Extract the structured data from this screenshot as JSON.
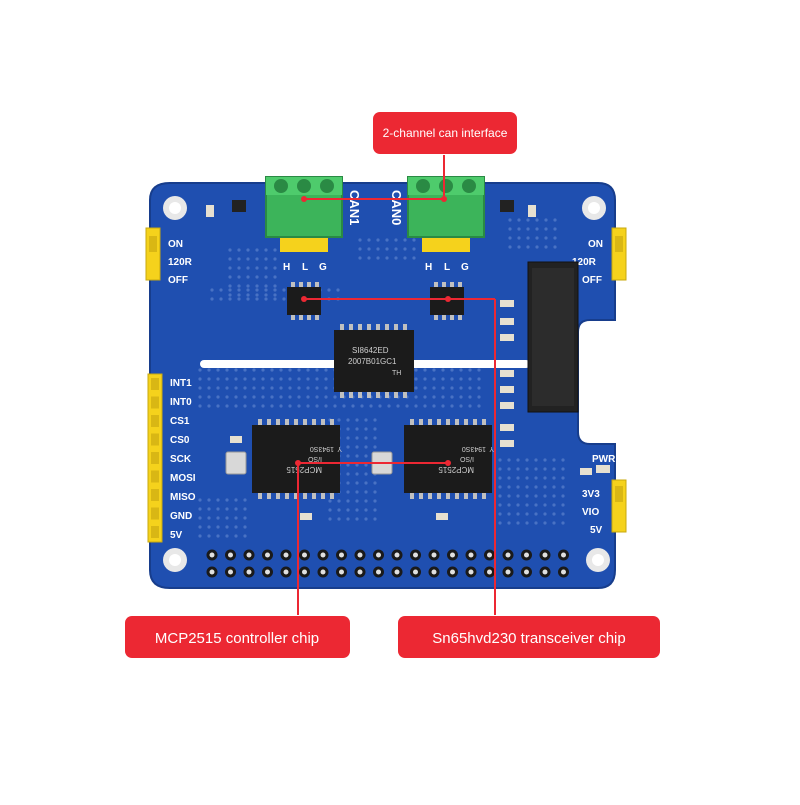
{
  "callouts": {
    "top": "2-channel can interface",
    "bottom_left": "MCP2515 controller chip",
    "bottom_right": "Sn65hvd230 transceiver chip"
  },
  "board": {
    "can1_label": "CAN1",
    "can0_label": "CAN0",
    "left_jumper": [
      "ON",
      "120R",
      "OFF"
    ],
    "right_jumper": [
      "ON",
      "120R",
      "OFF"
    ],
    "terminal_pins": [
      "H",
      "L",
      "G"
    ],
    "header_pins": [
      "INT1",
      "INT0",
      "CS1",
      "CS0",
      "SCK",
      "MOSI",
      "MISO",
      "GND",
      "5V"
    ],
    "pwr_label": "PWR",
    "power_select": [
      "3V3",
      "VIO",
      "5V"
    ],
    "isolator_marking": [
      "SI8642ED",
      "2007B01GC1",
      "TH"
    ],
    "controller_marking": [
      "MCP2515",
      "I/SO",
      "1943S0",
      "Y"
    ]
  },
  "colors": {
    "callout": "#ec2833",
    "pcb": "#1f4fb0",
    "pcb_dark": "#173d8c",
    "terminal": "#3cb45a",
    "header": "#f5d21c",
    "leader_line": "#ec2833"
  }
}
